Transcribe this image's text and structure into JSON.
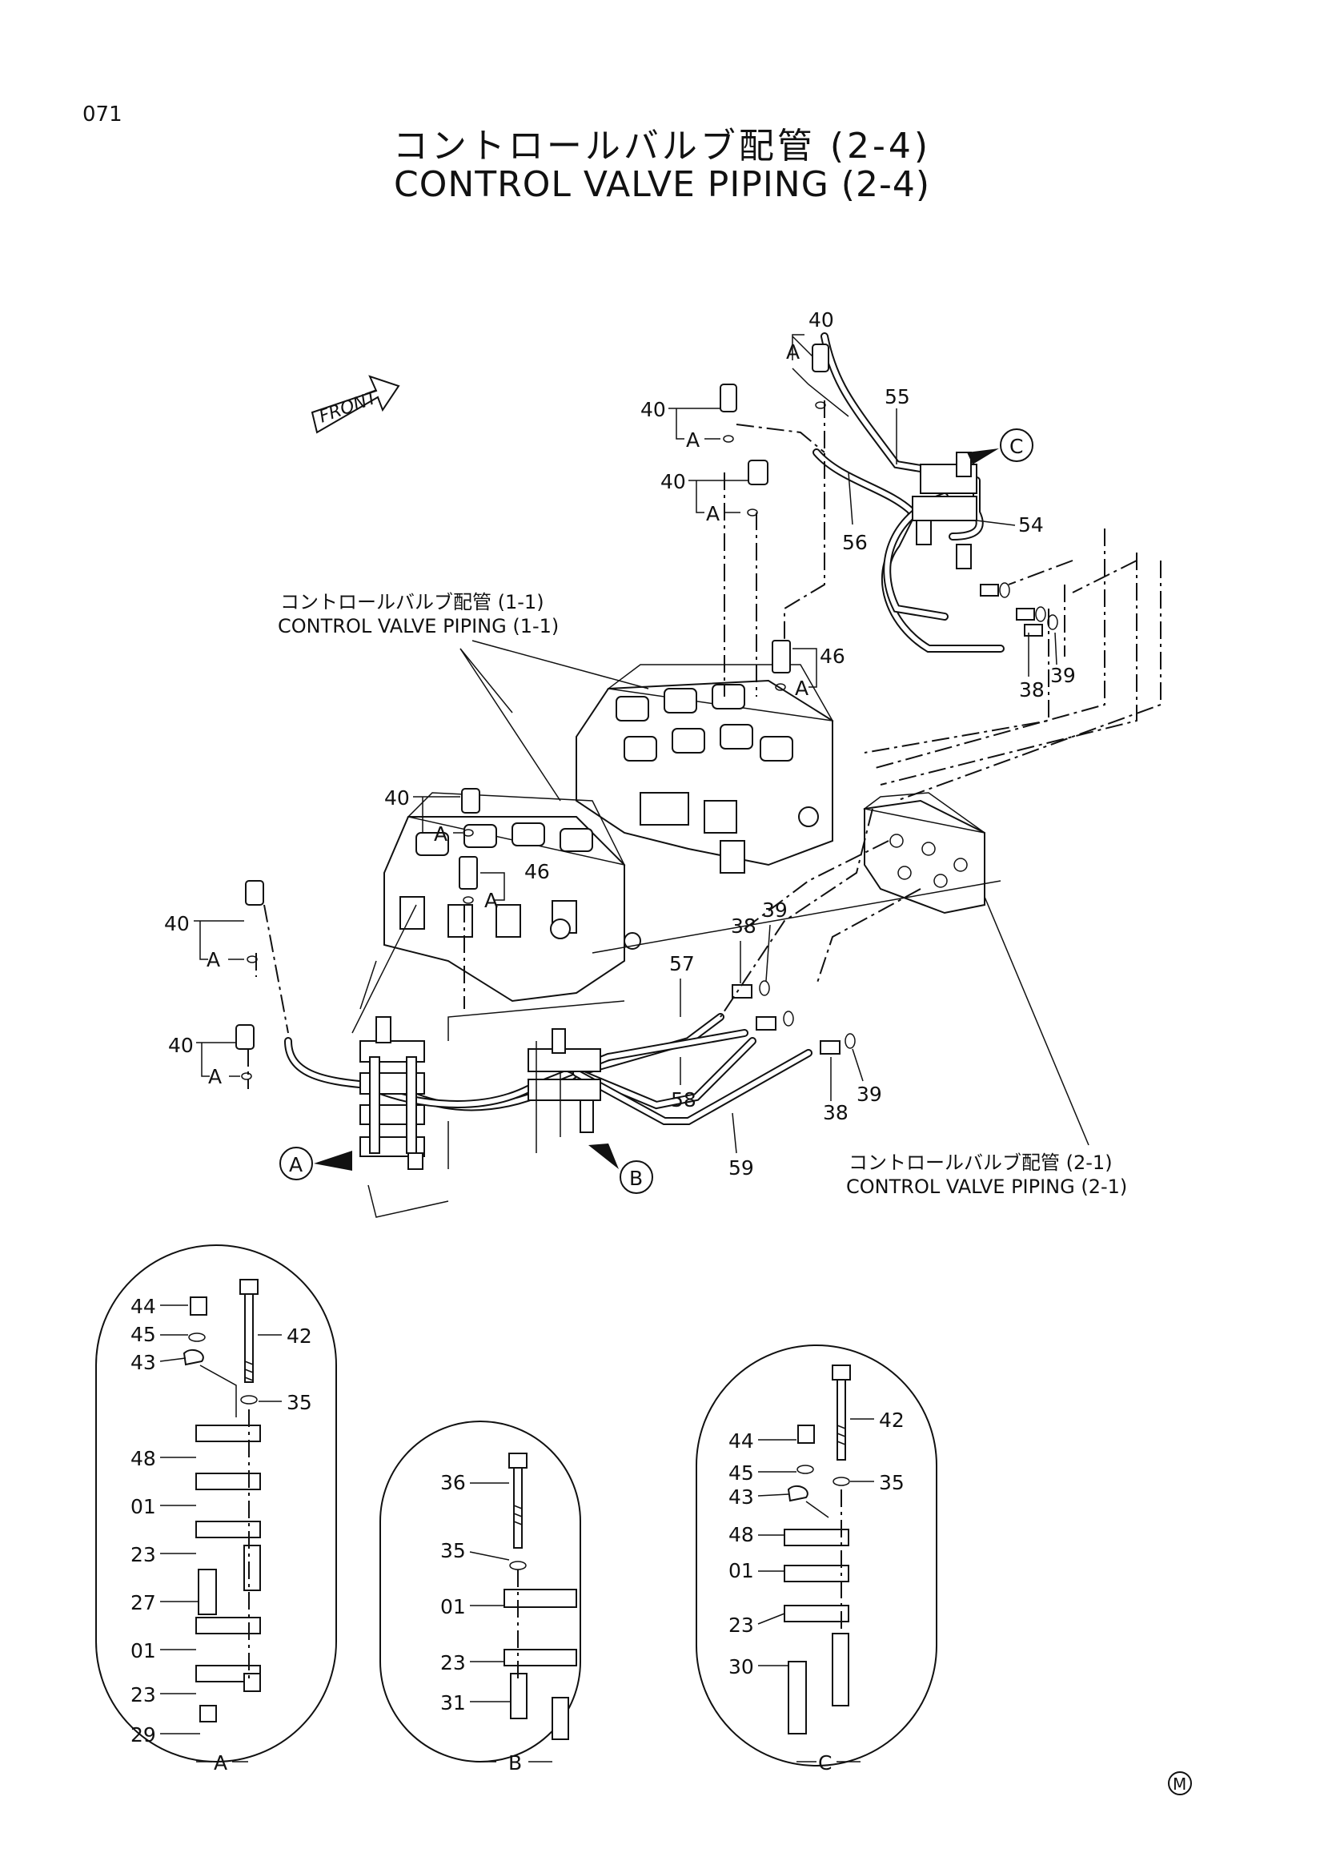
{
  "page_number": "071",
  "title": {
    "jp": "コントロールバルブ配管 (2-4)",
    "en": "CONTROL VALVE PIPING (2-4)"
  },
  "front_label": "FRONT",
  "references": {
    "piping_1_1": {
      "jp": "コントロールバルブ配管 (1-1)",
      "en": "CONTROL VALVE PIPING (1-1)"
    },
    "piping_2_1": {
      "jp": "コントロールバルブ配管 (2-1)",
      "en": "CONTROL VALVE PIPING (2-1)"
    }
  },
  "view_markers": {
    "a": "A",
    "b": "B",
    "c": "C"
  },
  "part_numbers": {
    "p01": "01",
    "p23": "23",
    "p27": "27",
    "p29": "29",
    "p30": "30",
    "p31": "31",
    "p35": "35",
    "p36": "36",
    "p38": "38",
    "p39": "39",
    "p40": "40",
    "p42": "42",
    "p43": "43",
    "p44": "44",
    "p45": "45",
    "p46": "46",
    "p48": "48",
    "p54": "54",
    "p55": "55",
    "p56": "56",
    "p57": "57",
    "p58": "58",
    "p59": "59"
  },
  "mark": "M"
}
